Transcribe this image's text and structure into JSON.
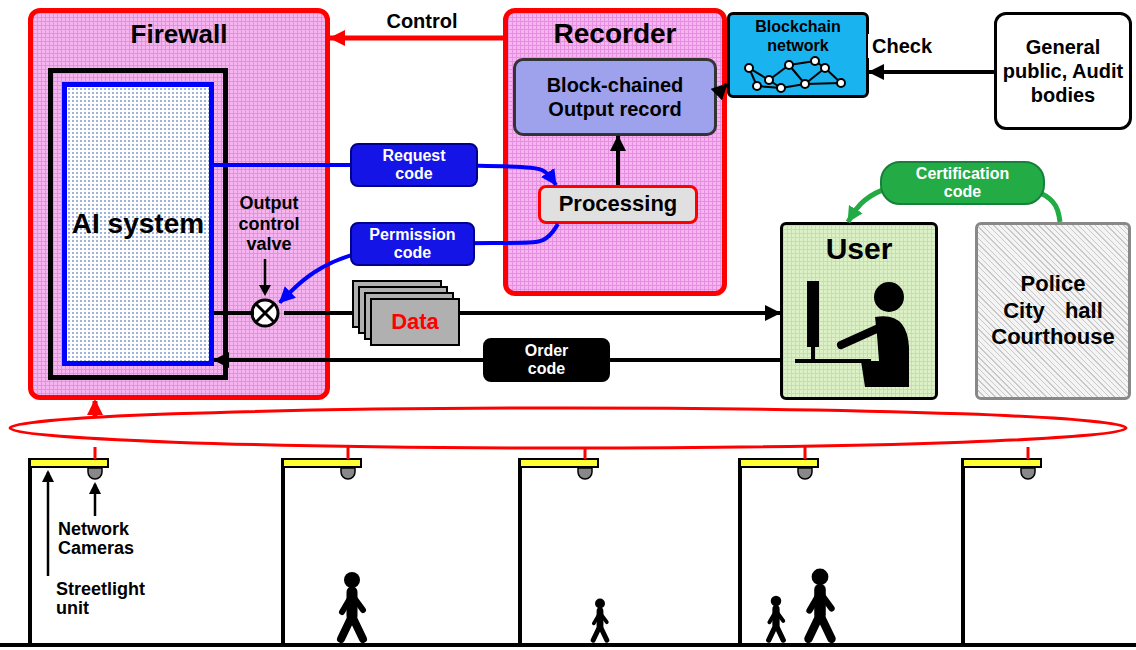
{
  "diagram": {
    "nodes": [
      {
        "text": [
          "Firewall"
        ]
      },
      {
        "text": [
          "AI system"
        ],
        "in": 0
      },
      {
        "text": [
          "Output control valve"
        ],
        "in": 0
      },
      {
        "text": [
          "Recorder"
        ]
      },
      {
        "text": [
          "Block-chained Output record"
        ],
        "in": 3
      },
      {
        "text": [
          "Processing"
        ],
        "in": 3
      },
      {
        "text": [
          "Blockchain network"
        ]
      },
      {
        "text": [
          "General public, Audit bodies"
        ]
      },
      {
        "text": [
          "User"
        ]
      },
      {
        "text": [
          "Police City hall Courthouse"
        ]
      }
    ],
    "edges": [
      {
        "from": 3,
        "to": 0,
        "label": "Control",
        "arrow": "to"
      },
      {
        "from": 1,
        "to": 5,
        "label": "Request code",
        "arrow": "to"
      },
      {
        "from": 5,
        "to": 2,
        "label": "Permission code",
        "arrow": "to"
      },
      {
        "from": 5,
        "to": 4,
        "arrow": "to"
      },
      {
        "from": 4,
        "to": 6,
        "arrow": "to"
      },
      {
        "from": 7,
        "to": 6,
        "label": "Check",
        "arrow": "to"
      },
      {
        "from": 9,
        "to": 8,
        "label": "Certification code",
        "arrow": "to"
      },
      {
        "from": 2,
        "to": 8,
        "label": "Data",
        "arrow": "to"
      },
      {
        "from": 8,
        "to": 1,
        "label": "Order code",
        "arrow": "to"
      },
      {
        "from": 1,
        "to": 2,
        "arrow": "none"
      }
    ],
    "labels": [
      "Network Cameras",
      "Streetlight unit"
    ]
  }
}
